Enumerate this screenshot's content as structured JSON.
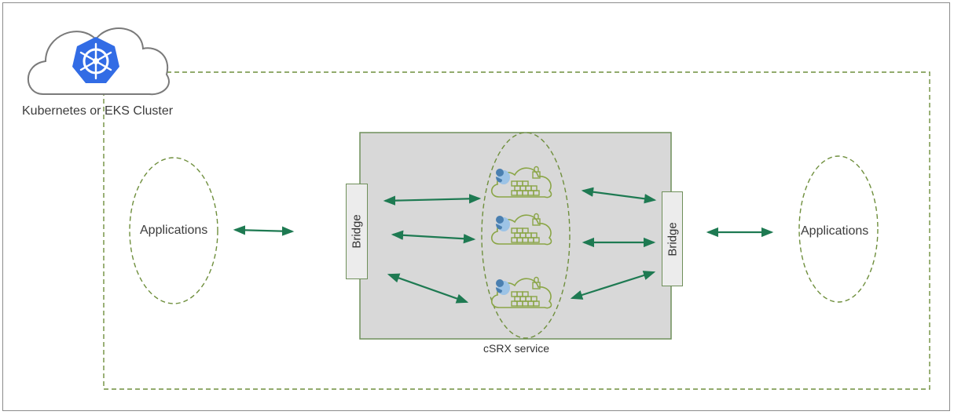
{
  "cluster": {
    "label": "Kubernetes or EKS Cluster",
    "icon": "kubernetes-helm-icon"
  },
  "applications_left": {
    "label": "Applications"
  },
  "applications_right": {
    "label": "Applications"
  },
  "bridge_left": {
    "label": "Bridge"
  },
  "bridge_right": {
    "label": "Bridge"
  },
  "service": {
    "label": "cSRX service"
  },
  "colors": {
    "dashed_green": "#6f8f3d",
    "arrow_green": "#1e7a52",
    "service_fill": "#d8d8d8",
    "service_border": "#6f8f5a",
    "kubernetes_blue": "#326ce5",
    "pod_green": "#8aa546"
  }
}
